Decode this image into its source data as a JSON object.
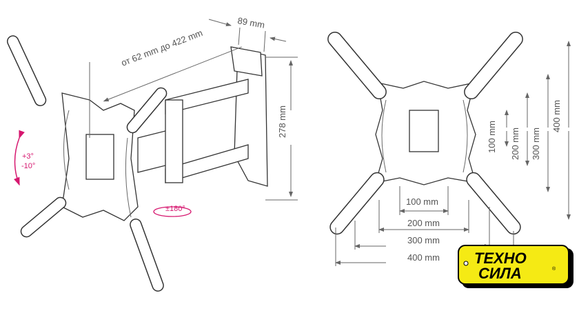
{
  "left_diagram": {
    "depth_label": "89 mm",
    "extension_label": "от 62 mm до 422 mm",
    "height_label": "278 mm",
    "tilt_up": "+3°",
    "tilt_down": "-10°",
    "swivel_label": "±180°"
  },
  "right_diagram": {
    "vertical_labels": [
      "100 mm",
      "200 mm",
      "300 mm",
      "400 mm"
    ],
    "horizontal_labels": [
      "100 mm",
      "200 mm",
      "300 mm",
      "400 mm"
    ]
  },
  "logo": {
    "line1": "ТЕХНО",
    "line2": "СИЛА",
    "mark": "®"
  },
  "colors": {
    "accent": "#d6176f",
    "logo_yellow": "#f5ea14",
    "line": "#333333"
  }
}
